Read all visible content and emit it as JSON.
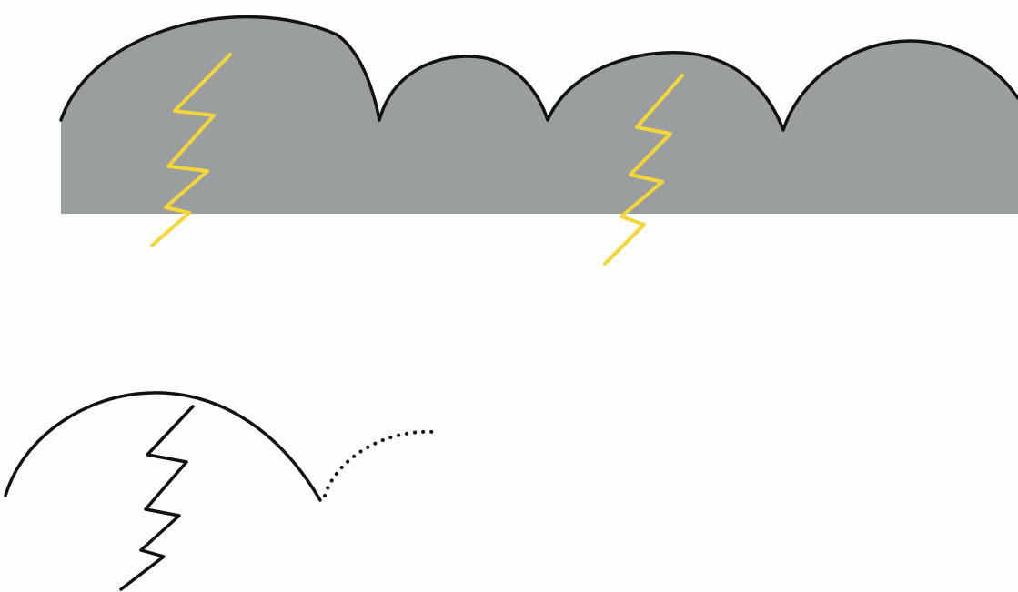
{
  "colors": {
    "background": "#fdfdfd",
    "cloud_fill": "#9b9e9f",
    "outline": "#111111",
    "lightning": "#f2d63a"
  },
  "diagram": {
    "cloud_band": {
      "bumps": 4,
      "lightning_bolts": 2
    },
    "detail": {
      "bump_outline": "solid",
      "continuation": "dotted",
      "bolt": "black zigzag"
    }
  }
}
